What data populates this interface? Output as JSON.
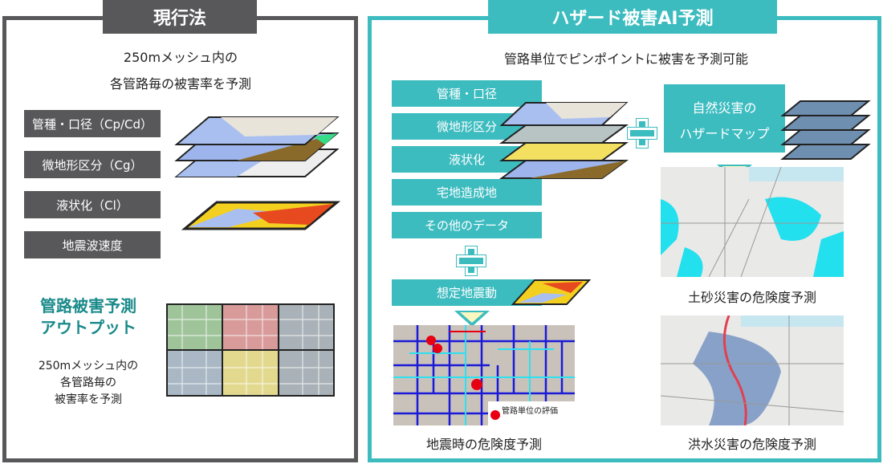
{
  "left": {
    "title": "現行法",
    "subtitle_line1": "250mメッシュ内の",
    "subtitle_line2": "各管路毎の被害率を予測",
    "factors": [
      "管種・口径（Cp/Cd）",
      "微地形区分（Cg）",
      "液状化（Cl）",
      "地震波速度"
    ],
    "output_title_line1": "管路被害予測",
    "output_title_line2": "アウトプット",
    "output_desc": [
      "250mメッシュ内の",
      "各管路毎の",
      "被害率を予測"
    ]
  },
  "right": {
    "title": "ハザード被害AI予測",
    "subtitle": "管路単位でピンポイントに被害を予測可能",
    "factors": [
      "管種・口径",
      "微地形区分",
      "液状化",
      "宅地造成地",
      "その他のデータ"
    ],
    "earthquake": "想定地震動",
    "hazard_map_line1": "自然災害の",
    "hazard_map_line2": "ハザードマップ",
    "legend": "管路単位の評価",
    "captions": {
      "quake": "地震時の危険度予測",
      "landslide": "土砂災害の危険度予測",
      "flood": "洪水災害の危険度予測"
    }
  },
  "colors": {
    "gray": "#58585a",
    "teal": "#3dbcc0",
    "teal_text": "#1a8a8a",
    "red": "#e60012"
  }
}
